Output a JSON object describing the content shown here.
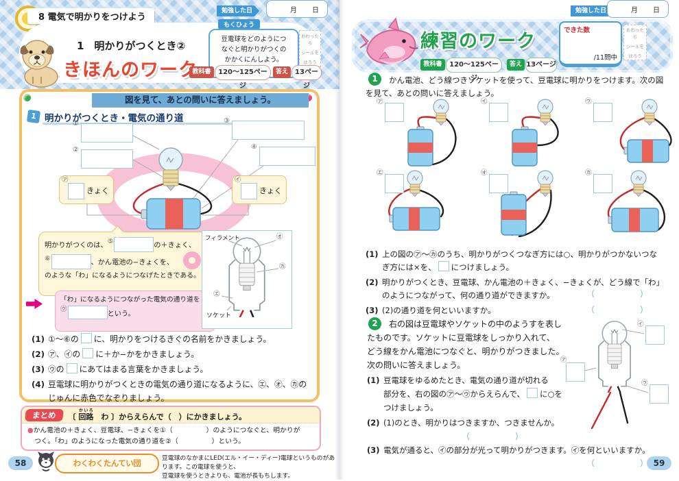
{
  "pages": {
    "left_number": "58",
    "right_number": "59"
  },
  "common": {
    "study_date_label": "勉強した日",
    "month": "月",
    "day": "日",
    "seal_lines": [
      "おわったら",
      "シールを",
      "はろう"
    ]
  },
  "left": {
    "unit_number": "8",
    "unit_title": "電気で明かりをつけよう",
    "lesson_title": "1　明かりがつくとき②",
    "work_title": "きほんのワーク",
    "mokuhyo_label": "もくひょう",
    "mokuhyo_lines": [
      "豆電球をどのようにつ",
      "なぐと明かりがつくの",
      "かかくにんしよう。"
    ],
    "textbook_label": "教科書",
    "textbook_pages": "120〜125ページ",
    "answer_label": "答え",
    "answer_pages": "13ページ",
    "banner": "図を見て、あとの問いに答えましょう。",
    "section": {
      "number": "1",
      "title": "明かりがつくとき・電気の通り道",
      "n1": "①",
      "n2": "②",
      "n3": "③",
      "n4": "④",
      "kyoku_left_label": "㋐",
      "kyoku_right_label": "㋑",
      "kyoku_suffix": "きょく",
      "yellow": {
        "t1": "明かりがつくのは、",
        "n5": "⑤",
        "t2": "の＋きょく、",
        "n6": "⑥",
        "t3": "、かん電池の−きょくを、",
        "t4": "のような「わ」になるようにつなげたときである。"
      },
      "pink": {
        "t1": "「わ」になるようにつながった電気の通り道を",
        "label": "㋒",
        "t2": "という。"
      },
      "cutaway": {
        "filament": "フィラメント",
        "socket": "ソケット",
        "label_e": "㋓",
        "label_o": "㋔",
        "label_ka": "㋕"
      },
      "q1_num": "(1)",
      "q1_pre": "①〜⑥の",
      "q1_post": "に、明かりをつけるきぐの名前をかきましょう。",
      "q2_num": "(2)",
      "q2_pre": "㋐、㋑の",
      "q2_post": "に＋か−かをかきましょう。",
      "q3_num": "(3)",
      "q3_pre": "㋒の",
      "q3_post": "にあてはまる言葉をかきましょう。",
      "q4_num": "(4)",
      "q4_line1": "豆電球に明かりがつくときの電気の通り道になるように、㋓、㋔、㋕の",
      "q4_line2": "じゅんに赤色でなぞりましょう。"
    },
    "matome": {
      "badge": "まとめ",
      "bullet": "●",
      "bracket_open": "〔 ",
      "kairo_word": "回路",
      "kairo_furigana": "かいろ",
      "header_rest": "　わ 〕からえらんで（　）にかきましょう。",
      "line1": "かん電池の＋きょく、豆電球、−きょくを①（　　　　　）のようにつなぐと、明かりが",
      "line2": "つく。「わ」のようになった電気の通り道を②（　　　　　）という。"
    },
    "footer": {
      "logo": "わくわくたんてい団",
      "line1": "豆電球のなかまにLED(エル・イー・ディー)電球というものがあります。この電球を使うと、",
      "line2": "豆電球を使うときよりも、電池が長もちします。"
    }
  },
  "right": {
    "work_title": "練習のワーク",
    "textbook_label": "教科書",
    "textbook_pages": "120〜125ページ",
    "answer_label": "答え",
    "answer_pages": "13ページ",
    "score_label": "できた数",
    "score_total": "/11問中",
    "q1": {
      "number": "1",
      "intro_line1": "かん電池、どう線つきソケットを使って、豆電球に明かりをつけます。次の図",
      "intro_line2": "を見て、あとの問いに答えましょう。",
      "circuit_labels": [
        "㋐",
        "㋑",
        "㋒",
        "㋓",
        "㋔",
        "㋕"
      ],
      "q1_num": "(1)",
      "q1_line1": "上の図の㋐〜㋕のうち、明かりがつくつなぎ方には○、明かりがつかないつな",
      "q1_line2_pre": "ぎ方には×を、",
      "q1_line2_post": "につけましょう。",
      "q2_num": "(2)",
      "q2_line1": "明かりがつくとき、豆電球、かん電池の＋きょく、−きょくが、どう線で「わ」",
      "q2_line2": "のようにつながって、何の通り道ができますか。",
      "q2_answer": "（　　　　　）",
      "q3_num": "(3)",
      "q3_line": "(2)の通り道を何といいますか。",
      "q3_answer": "（　　　　　）"
    },
    "q2": {
      "number": "2",
      "intro1": "右の図は豆電球やソケットの中のようすを表し",
      "intro2": "たものです。ソケットに豆電球をしっかり入れて、",
      "intro3": "どう線をかん電池につなぐと、明かりがつきました。",
      "intro4": "次の問いに答えましょう。",
      "label_a": "㋐",
      "label_i": "㋑",
      "label_u": "㋒",
      "q1_num": "(1)",
      "q1_line1": "豆電球をゆるめたとき、電気の通り道が切れる",
      "q1_line2_pre": "部分を、右の図の㋐〜㋒からえらんで、",
      "q1_line2_post": "に○を",
      "q1_line3": "つけましょう。",
      "q2_num": "(2)",
      "q2_line": "(1)のとき、明かりはつきますか、つきませんか。",
      "q2_answer": "（　　　　　）",
      "q3_num": "(3)",
      "q3_line": "電気が通ると、㋑の部分が光って明かりがつきます。㋑を何といいますか。",
      "q3_answer": "（　　　　　）"
    }
  }
}
